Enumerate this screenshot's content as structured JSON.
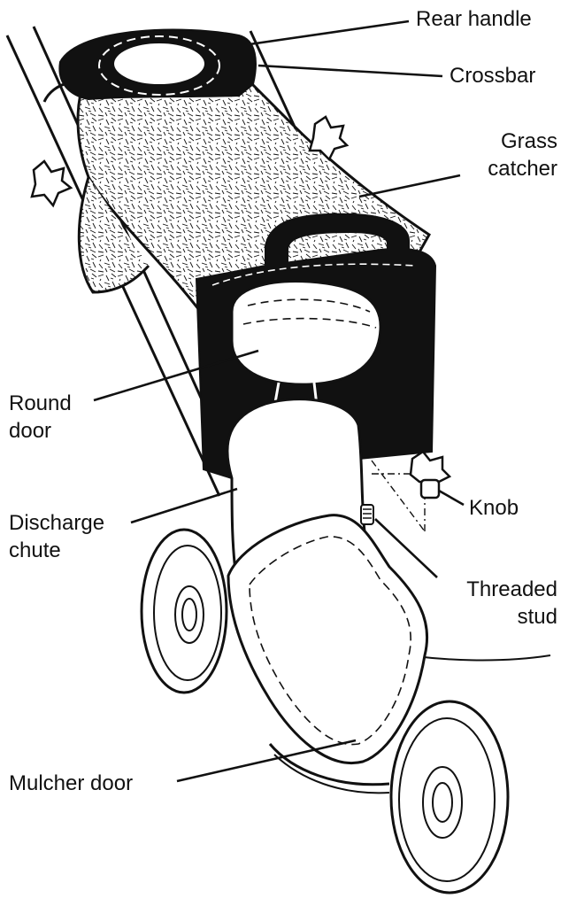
{
  "labels": {
    "rear_handle": "Rear handle",
    "crossbar": "Crossbar",
    "grass_catcher": "Grass\ncatcher",
    "round_door": "Round\ndoor",
    "discharge_chute": "Discharge\nchute",
    "knob": "Knob",
    "threaded_stud": "Threaded\nstud",
    "mulcher_door": "Mulcher door"
  },
  "colors": {
    "ink": "#111111",
    "paper": "#ffffff"
  }
}
